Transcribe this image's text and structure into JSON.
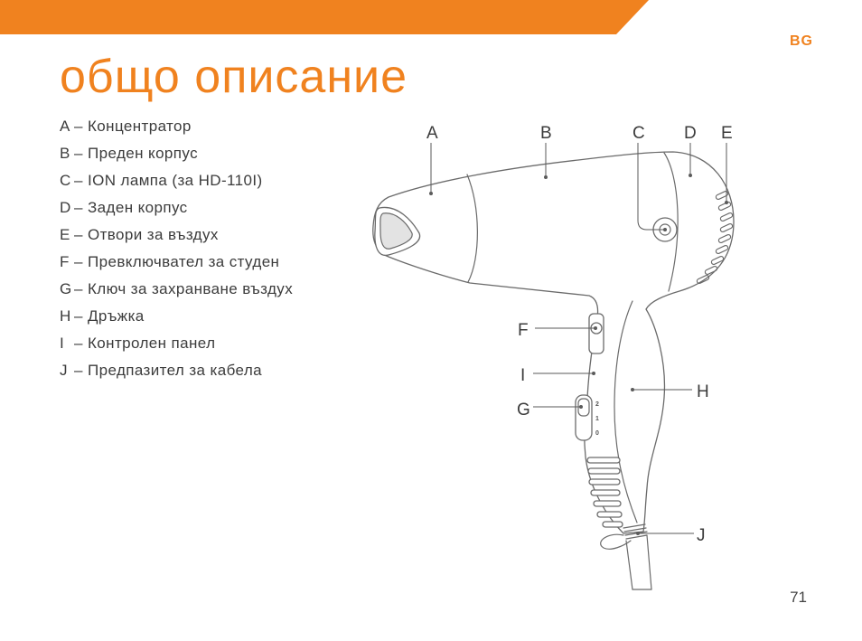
{
  "colors": {
    "accent": "#F0821F",
    "text": "#3c3c3c",
    "line": "#6b6b6b"
  },
  "header": {
    "language": "BG"
  },
  "title": "общо описание",
  "parts_list": [
    {
      "letter": "A",
      "separator": "–",
      "description": "Концентратор"
    },
    {
      "letter": "B",
      "separator": "–",
      "description": "Преден корпус"
    },
    {
      "letter": "C",
      "separator": "–",
      "description": "ION лампа (за HD-110I)"
    },
    {
      "letter": "D",
      "separator": "–",
      "description": "Заден корпус"
    },
    {
      "letter": "E",
      "separator": "–",
      "description": "Отвори за въздух"
    },
    {
      "letter": "F",
      "separator": "–",
      "description": "Превключвател за студен"
    },
    {
      "letter": "G",
      "separator": "–",
      "description": "Ключ за захранване въздух"
    },
    {
      "letter": "H",
      "separator": "–",
      "description": "Дръжка"
    },
    {
      "letter": "I",
      "separator": "–",
      "description": "Контролен панел"
    },
    {
      "letter": "J",
      "separator": "–",
      "description": "Предпазител за кабела"
    }
  ],
  "diagram": {
    "labels": {
      "A": "A",
      "B": "B",
      "C": "C",
      "D": "D",
      "E": "E",
      "F": "F",
      "G": "G",
      "H": "H",
      "I": "I",
      "J": "J"
    },
    "switch_settings": [
      "2",
      "1",
      "0"
    ]
  },
  "page_number": "71"
}
